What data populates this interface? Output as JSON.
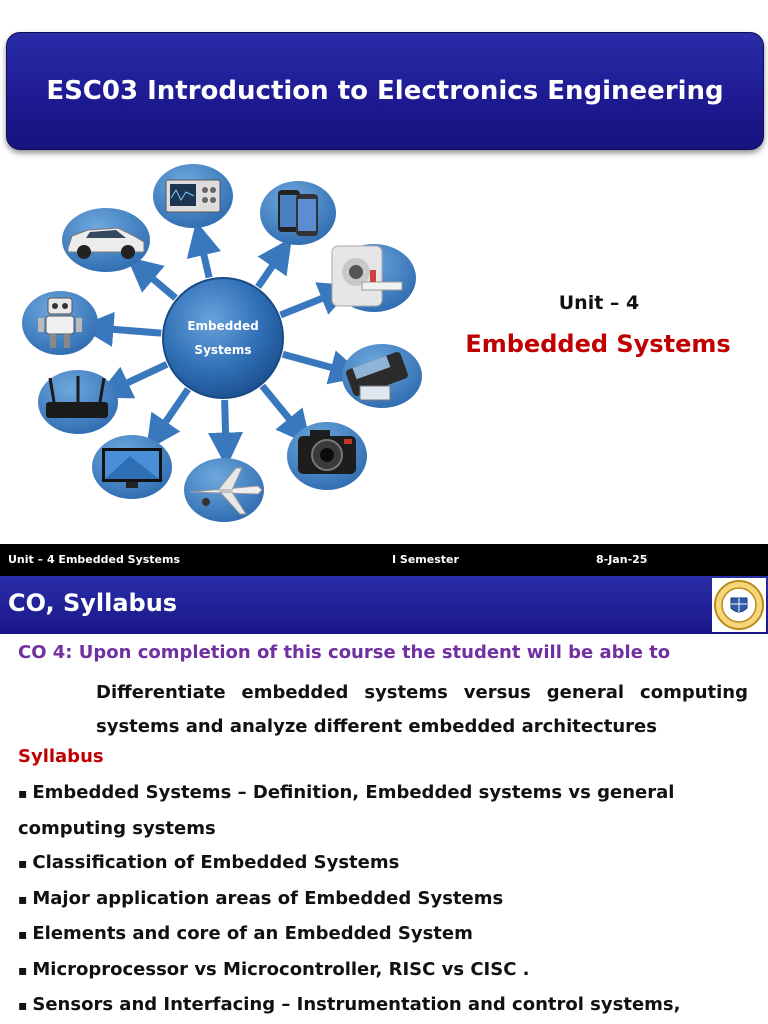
{
  "slide1": {
    "title": "ESC03 Introduction to Electronics Engineering",
    "unit_label": "Unit – 4",
    "unit_title": "Embedded Systems",
    "hub": {
      "line1": "Embedded",
      "line2": "Systems"
    },
    "application_icons": [
      "oscilloscope-icon",
      "smartphone-icon",
      "mri-scanner-icon",
      "card-terminal-icon",
      "camera-icon",
      "airplane-icon",
      "television-icon",
      "router-icon",
      "robot-icon",
      "car-icon"
    ]
  },
  "footer": {
    "unit": "Unit – 4 Embedded Systems",
    "semester": "I Semester",
    "date": "8-Jan-25"
  },
  "slide2": {
    "title": "CO, Syllabus",
    "co_line": "CO 4: Upon completion of this course the student will be able to",
    "co_desc": "Differentiate embedded systems versus general computing systems and analyze different embedded architectures",
    "syllabus_heading": "Syllabus",
    "items": [
      "Embedded Systems – Definition, Embedded systems vs general computing systems",
      "Classification of Embedded Systems",
      "Major application areas of Embedded Systems",
      "Elements and core of an Embedded System",
      "Microprocessor vs Microcontroller, RISC vs CISC .",
      "Sensors and Interfacing – Instrumentation and control systems,"
    ]
  },
  "colors": {
    "title_bg": "#1e1a92",
    "unit_title": "#c00000",
    "co_line": "#7030a0",
    "syllabus": "#c00000"
  }
}
